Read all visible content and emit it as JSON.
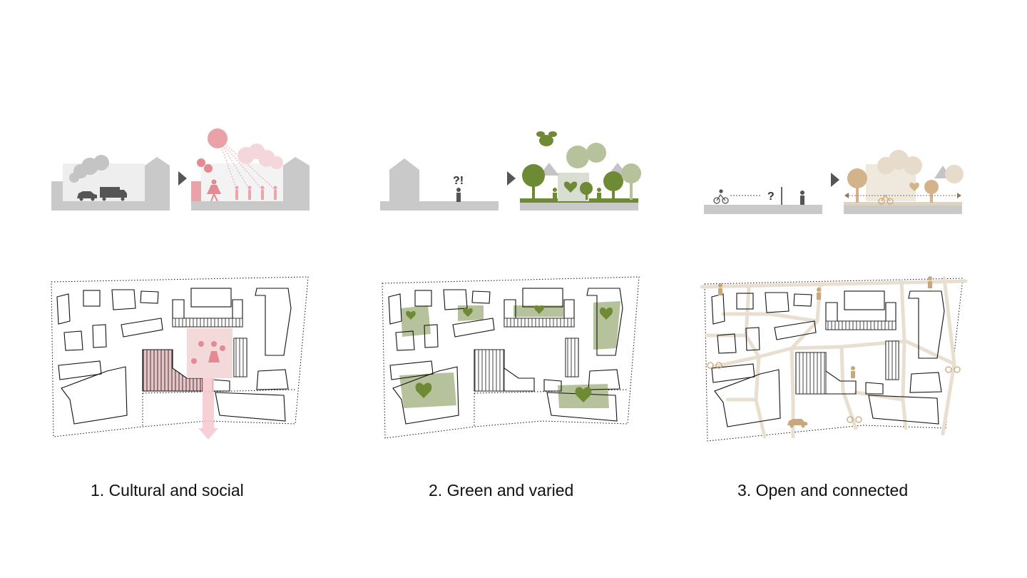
{
  "panels": [
    {
      "caption": "1. Cultural and social",
      "accent": "#e9b7bc",
      "accent_dark": "#d58a91"
    },
    {
      "caption": "2. Green and varied",
      "accent": "#6f8a35",
      "accent_dark": "#56702a",
      "marker": "?!"
    },
    {
      "caption": "3. Open and connected",
      "accent": "#e7dccb",
      "accent_dark": "#c9a77a",
      "marker": "?"
    }
  ],
  "colors": {
    "neutral": "#c9c9c9",
    "neutral_dark": "#555555",
    "outline": "#111111",
    "street_light": "#ececec"
  }
}
